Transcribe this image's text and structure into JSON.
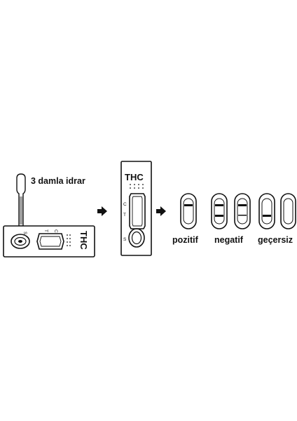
{
  "instruction": "3 damla idrar",
  "cassette_horizontal": {
    "brand": "THC",
    "c_label": "C",
    "t_label": "T",
    "s_label": "S"
  },
  "cassette_vertical": {
    "brand": "THC",
    "c_label": "C",
    "t_label": "T",
    "s_label": "S"
  },
  "results": {
    "positive": "pozitif",
    "negative": "negatif",
    "invalid": "geçersiz"
  },
  "colors": {
    "line": "#111111",
    "background": "#ffffff"
  }
}
